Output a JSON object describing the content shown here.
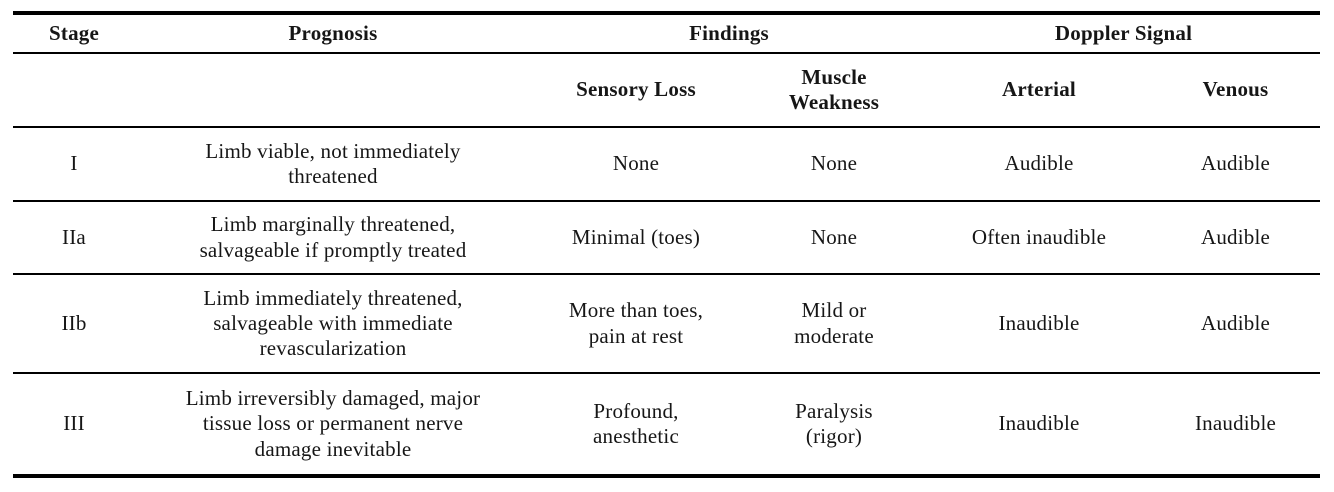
{
  "table": {
    "columns": {
      "stage": "Stage",
      "prognosis": "Prognosis",
      "findings": "Findings",
      "doppler_signal": "Doppler Signal",
      "sensory_loss": "Sensory Loss",
      "muscle_weakness": "Muscle\nWeakness",
      "arterial": "Arterial",
      "venous": "Venous"
    },
    "rows": [
      {
        "stage": "I",
        "prognosis": "Limb viable, not immediately\nthreatened",
        "sensory_loss": "None",
        "muscle_weakness": "None",
        "arterial": "Audible",
        "venous": "Audible"
      },
      {
        "stage": "IIa",
        "prognosis": "Limb marginally threatened,\nsalvageable if promptly treated",
        "sensory_loss": "Minimal (toes)",
        "muscle_weakness": "None",
        "arterial": "Often inaudible",
        "venous": "Audible"
      },
      {
        "stage": "IIb",
        "prognosis": "Limb immediately threatened,\nsalvageable with immediate\nrevascularization",
        "sensory_loss": "More than toes,\npain at rest",
        "muscle_weakness": "Mild or\nmoderate",
        "arterial": "Inaudible",
        "venous": "Audible"
      },
      {
        "stage": "III",
        "prognosis": "Limb irreversibly damaged, major\ntissue loss or permanent nerve\ndamage inevitable",
        "sensory_loss": "Profound,\nanesthetic",
        "muscle_weakness": "Paralysis\n(rigor)",
        "arterial": "Inaudible",
        "venous": "Inaudible"
      }
    ]
  }
}
